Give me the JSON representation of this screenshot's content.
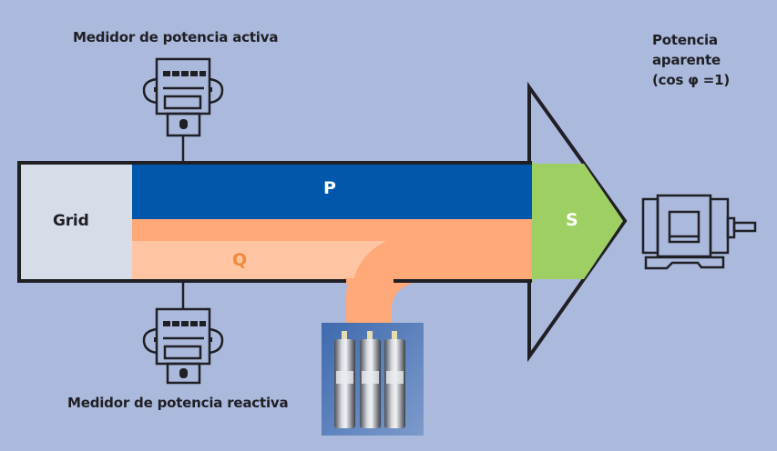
{
  "diagram": {
    "title_active_meter": "Medidor de potencia activa",
    "title_reactive_meter": "Medidor de potencia reactiva",
    "apparent_power_lines": [
      "Potencia",
      "aparente",
      "(cos φ =1)"
    ],
    "grid_label": "Grid",
    "active_power_label": "P",
    "reactive_power_label": "Q",
    "apparent_power_label": "S",
    "colors": {
      "background": "#abb9dd",
      "grid_cell": "#d6dde8",
      "active_power": "#0057ab",
      "reactive_power_dark": "#ffa878",
      "reactive_power_light": "#ffc5a2",
      "apparent_power": "#9dcf63",
      "outline": "#1f1f24",
      "q_text": "#f28a3c"
    },
    "icons": {
      "active_meter": "electric-meter-icon",
      "reactive_meter": "electric-meter-icon",
      "motor": "electric-motor-icon",
      "capacitors": "capacitor-bank-photo"
    }
  }
}
